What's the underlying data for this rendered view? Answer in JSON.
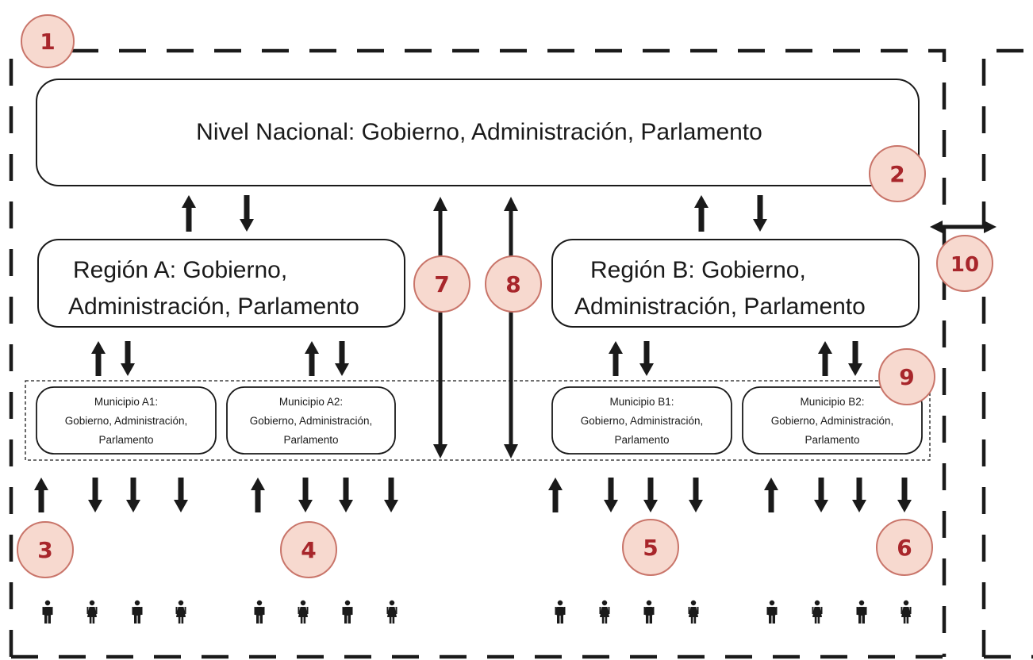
{
  "colors": {
    "line": "#1a1a1a",
    "badge_fill": "#f7d9cf",
    "badge_stroke": "#c9756a",
    "badge_text": "#a8262b"
  },
  "national": {
    "label": "Nivel Nacional: Gobierno, Administración, Parlamento"
  },
  "regions": [
    {
      "line1": "Región A: Gobierno,",
      "line2": "Administración, Parlamento"
    },
    {
      "line1": "Región B: Gobierno,",
      "line2": "Administración, Parlamento"
    }
  ],
  "municipalities": [
    {
      "line1": "Municipio A1:",
      "line2": "Gobierno, Administración,",
      "line3": "Parlamento"
    },
    {
      "line1": "Municipio A2:",
      "line2": "Gobierno, Administración,",
      "line3": "Parlamento"
    },
    {
      "line1": "Municipio B1:",
      "line2": "Gobierno, Administración,",
      "line3": "Parlamento"
    },
    {
      "line1": "Municipio B2:",
      "line2": "Gobierno, Administración,",
      "line3": "Parlamento"
    }
  ],
  "badges": [
    "1",
    "2",
    "3",
    "4",
    "5",
    "6",
    "7",
    "8",
    "9",
    "10"
  ],
  "icons": {
    "person_male": "person-male-icon",
    "person_female": "person-female-icon"
  }
}
